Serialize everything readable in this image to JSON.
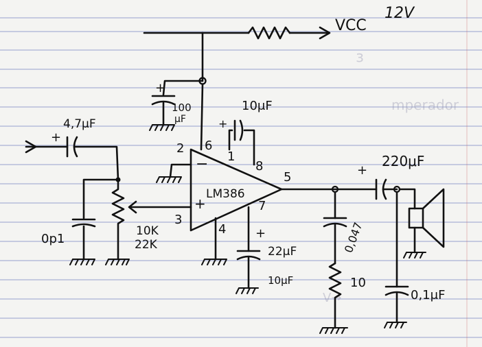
{
  "labels": {
    "vcc": "VCC",
    "vcc_voltage": "12V",
    "c_supply": "100",
    "c_supply_unit": "μF",
    "c_supply_plus": "+",
    "c_bypass": "10μF",
    "c_bypass_plus": "+",
    "c_input": "4,7μF",
    "c_input_plus": "+",
    "c_left": "0p1",
    "pot": "10K",
    "pot_alt": "22K",
    "ic_name": "LM386",
    "pin2": "2",
    "pin3": "3",
    "pin4": "4",
    "pin5": "5",
    "pin6": "6",
    "pin7": "7",
    "pin8": "8",
    "pin1": "1",
    "opamp_minus": "−",
    "opamp_plus": "+",
    "c_pin7": "22μF",
    "c_pin7_alt": "10μF",
    "c_pin7_plus": "+",
    "c_zobel": "0,047",
    "r_zobel": "10",
    "c_out": "220μF",
    "c_out_plus": "+",
    "c_speaker": "0,1μF"
  },
  "colors": {
    "ink": "#111111",
    "paper": "#f4f4f2",
    "rule_lines": "#4a5fb0"
  }
}
